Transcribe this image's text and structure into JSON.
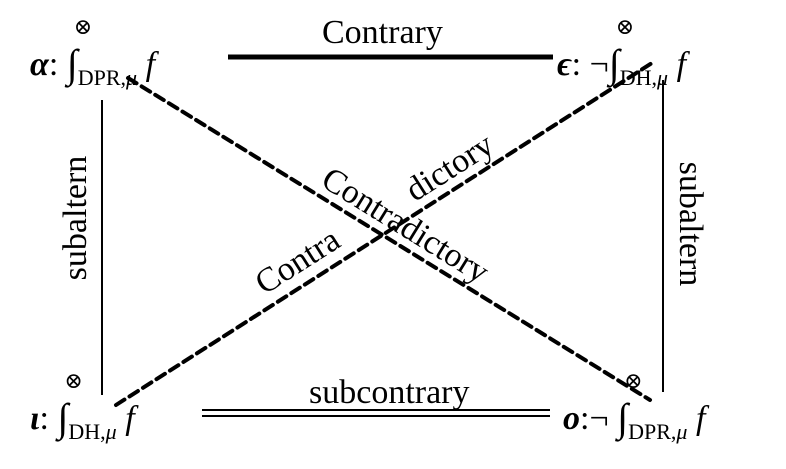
{
  "diagram": {
    "title": "Square of opposition",
    "corners": {
      "top_left": {
        "letter": "α",
        "colon": ":",
        "negation": "",
        "integral": "∫",
        "superscript": "⊗",
        "subscript_main": "DPR,",
        "subscript_mu": "μ",
        "function": "f"
      },
      "top_right": {
        "letter": "ϵ",
        "colon": ":",
        "negation": "¬",
        "integral": "∫",
        "superscript": "⊗",
        "subscript_main": "DH,",
        "subscript_mu": "μ",
        "function": "f"
      },
      "bottom_left": {
        "letter": "ι",
        "colon": ":",
        "negation": "",
        "integral": "∫",
        "superscript": "⊗",
        "subscript_main": "DH,",
        "subscript_mu": "μ",
        "function": "f"
      },
      "bottom_right": {
        "letter": "o",
        "colon": ":",
        "negation": "¬",
        "integral": "∫",
        "superscript": "⊗",
        "subscript_main": "DPR,",
        "subscript_mu": "μ",
        "function": "f"
      }
    },
    "edges": {
      "top": {
        "label": "Contrary",
        "style": "thick-solid"
      },
      "bottom": {
        "label": "subcontrary",
        "style": "double"
      },
      "left": {
        "label": "subaltern",
        "style": "thin-solid"
      },
      "right": {
        "label": "subaltern",
        "style": "thin-solid"
      },
      "diagonal_down": {
        "label": "Contradictory",
        "style": "dashed"
      },
      "diagonal_up": {
        "label_part1": "Contra",
        "label_part2": "dictory",
        "style": "dashed"
      }
    },
    "colors": {
      "ink": "#000000",
      "background": "#ffffff"
    }
  }
}
